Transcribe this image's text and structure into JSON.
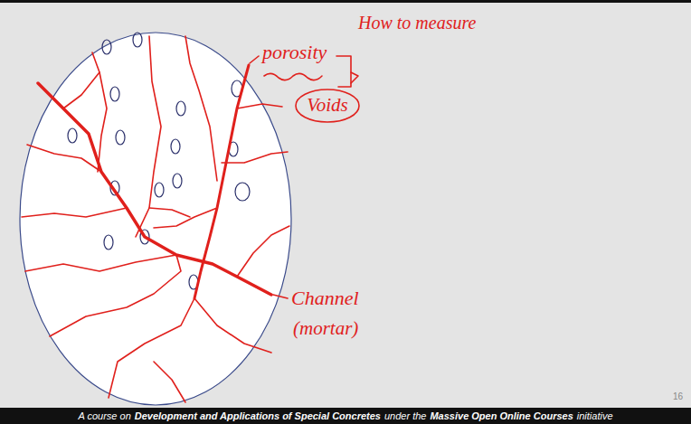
{
  "diagram": {
    "nodes": [
      {
        "text": [
          "Voids"
        ]
      }
    ],
    "labels": [
      "porosity",
      "How to measure",
      "Channel",
      "(mortar)",
      "16",
      "A course on",
      "Development and Applications of Special Concretes",
      "under the",
      "Massive Open Online Courses",
      "initiative"
    ]
  }
}
